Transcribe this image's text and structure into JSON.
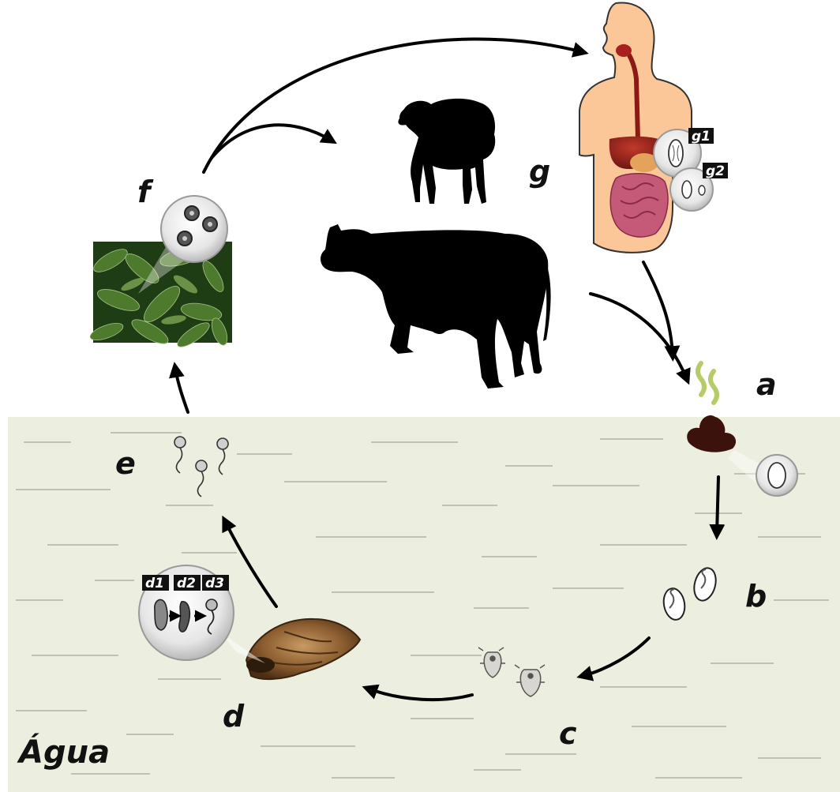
{
  "labels": {
    "a": "a",
    "b": "b",
    "c": "c",
    "d": "d",
    "e": "e",
    "f": "f",
    "g": "g",
    "water": "Água"
  },
  "tags": {
    "d1": "d1",
    "d2": "d2",
    "d3": "d3",
    "g1": "g1",
    "g2": "g2"
  },
  "colors": {
    "water": "#ecefdf",
    "skin": "#fbc799",
    "liver": "#8a1a14",
    "feces": "#3b120c",
    "snail_shell": "#8a5c2f",
    "leaves": "#2e5a1f",
    "silhouette": "#000000",
    "fumes": "#b6cc6a"
  }
}
